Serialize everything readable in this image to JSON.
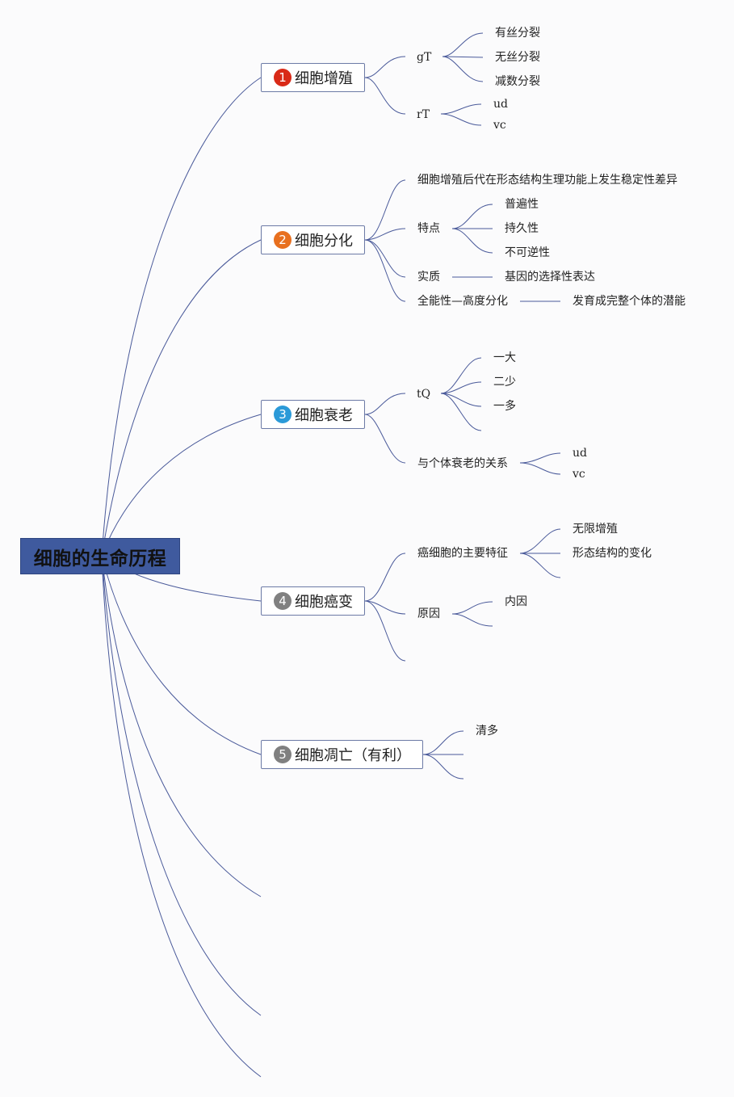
{
  "root": {
    "label": "细胞的生命历程"
  },
  "colors": {
    "badge1": "#d92a17",
    "badge2": "#e8701f",
    "badge3": "#2b9ad8",
    "badge4": "#808080",
    "badge5": "#808080",
    "line": "#4a5a9a",
    "root_fill": "#3f5a9e"
  },
  "topics": [
    {
      "number": "1",
      "label": "细胞增殖",
      "children": [
        {
          "label": "gT",
          "children": [
            {
              "label": "有丝分裂"
            },
            {
              "label": "无丝分裂"
            },
            {
              "label": "减数分裂"
            }
          ]
        },
        {
          "label": "rT",
          "children": [
            {
              "label": "ud"
            },
            {
              "label": "vc"
            }
          ]
        }
      ]
    },
    {
      "number": "2",
      "label": "细胞分化",
      "children": [
        {
          "label": "细胞增殖后代在形态结构生理功能上发生稳定性差异"
        },
        {
          "label": "特点",
          "children": [
            {
              "label": "普遍性"
            },
            {
              "label": "持久性"
            },
            {
              "label": "不可逆性"
            }
          ]
        },
        {
          "label": "实质",
          "children": [
            {
              "label": "基因的选择性表达"
            }
          ]
        },
        {
          "label": "全能性—高度分化",
          "children": [
            {
              "label": "发育成完整个体的潜能"
            }
          ]
        }
      ]
    },
    {
      "number": "3",
      "label": "细胞衰老",
      "children": [
        {
          "label": "tQ",
          "children": [
            {
              "label": "一大"
            },
            {
              "label": "二少"
            },
            {
              "label": "一多"
            }
          ]
        },
        {
          "label": "与个体衰老的关系",
          "children": [
            {
              "label": "ud"
            },
            {
              "label": "vc"
            }
          ]
        }
      ]
    },
    {
      "number": "4",
      "label": "细胞癌变",
      "children": [
        {
          "label": "癌细胞的主要特征",
          "children": [
            {
              "label": "无限增殖"
            },
            {
              "label": "形态结构的变化"
            }
          ]
        },
        {
          "label": "原因",
          "children": [
            {
              "label": "内因"
            }
          ]
        }
      ]
    },
    {
      "number": "5",
      "label": "细胞凋亡（有利）",
      "children": [
        {
          "label": "清多"
        }
      ]
    }
  ]
}
